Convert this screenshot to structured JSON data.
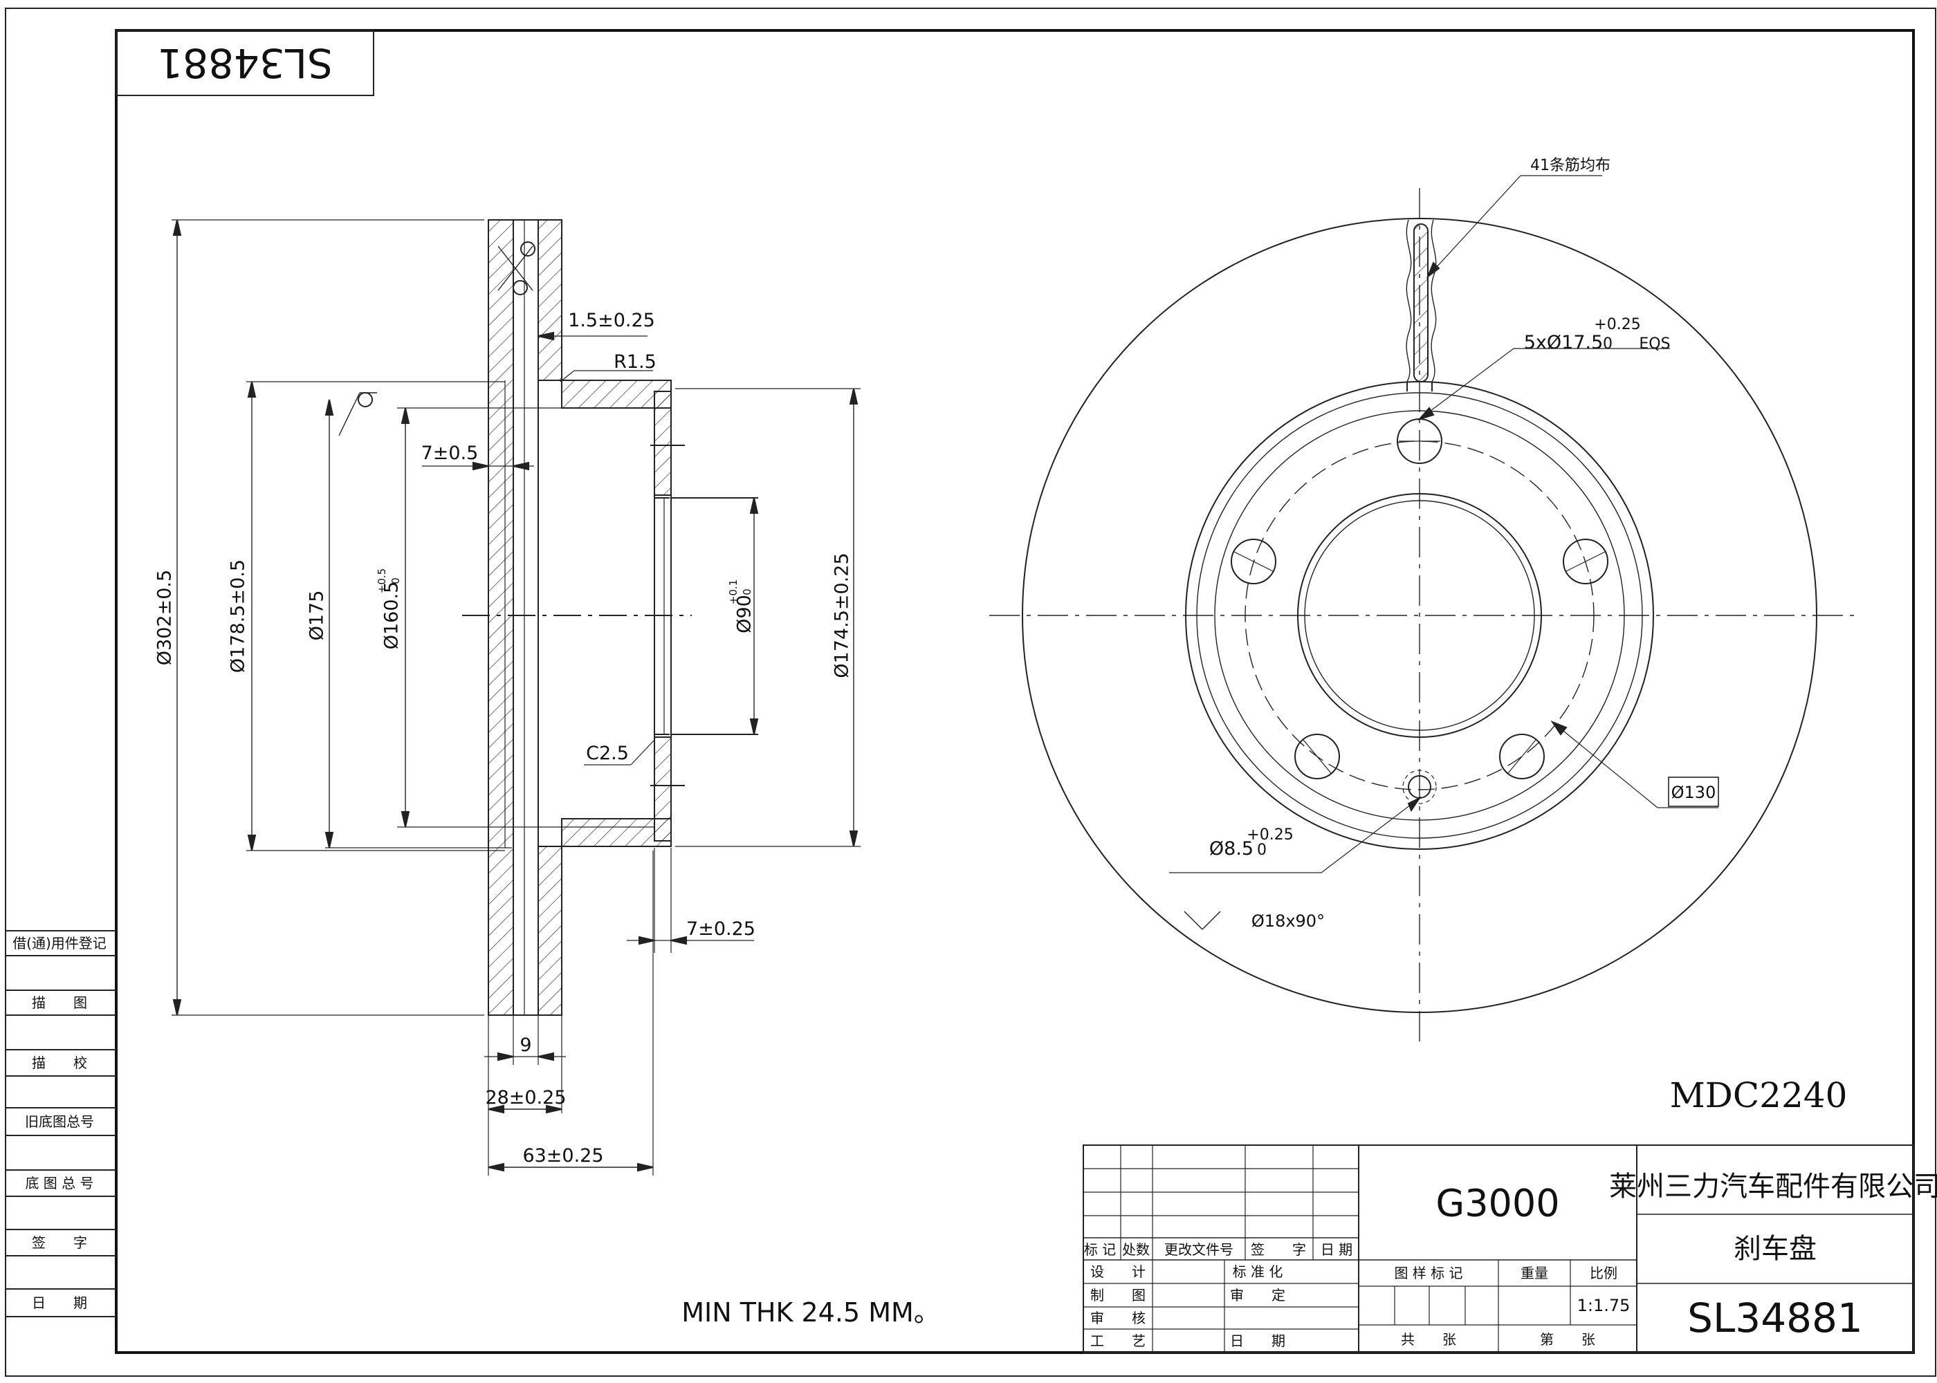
{
  "drawing_no_rotated": "SL34881",
  "left_panel": [
    "借(通)用件登记",
    "描　　图",
    "描　　校",
    "旧底图总号",
    "底 图 总 号",
    "签　　字",
    "日　　期"
  ],
  "section_view": {
    "dims": {
      "d302": "Ø302±0.5",
      "d178": "Ø178.5±0.5",
      "d175": "Ø175",
      "d160": "Ø160.5",
      "d160_tol": "+0.5",
      "d160_tol2": "0",
      "d90": "Ø90",
      "d90_tol": "+0.1",
      "d90_tol2": "0",
      "d174": "Ø174.5±0.25",
      "t1_5": "1.5±0.25",
      "r1_5": "R1.5",
      "t7_05": "7±0.5",
      "c2_5": "C2.5",
      "t7_025": "7±0.25",
      "w9": "9",
      "w28": "28±0.25",
      "w63": "63±0.25"
    }
  },
  "front_view": {
    "ribs_note": "41条筋均布",
    "holes_note": "5xØ17.5",
    "holes_tol_up": "+0.25",
    "holes_tol_low": "0",
    "holes_eqs": "EQS",
    "pcd": "Ø130",
    "pin_hole": "Ø8.5",
    "pin_tol_up": "+0.25",
    "pin_tol_low": "0",
    "chamfer": "Ø18x90°"
  },
  "part_code": "MDC2240",
  "min_thickness_note": "MIN THK 24.5 MM。",
  "title_block": {
    "company": "莱州三力汽车配件有限公司",
    "material": "G3000",
    "part_name": "刹车盘",
    "drawing_no": "SL34881",
    "scale": "1:1.75",
    "labels": {
      "mark": "标 记",
      "count": "处数",
      "change_doc": "更改文件号",
      "sign": "签　　字",
      "date": "日 期",
      "design": "设　　计",
      "draw": "制　　图",
      "review": "审　　核",
      "process": "工　　艺",
      "standard": "标 准 化",
      "approve": "审　　定",
      "date2": "日　　期",
      "sample_mark": "图 样 标 记",
      "weight": "重量",
      "scale": "比例",
      "total": "共　　张",
      "sheet": "第　　张"
    }
  }
}
